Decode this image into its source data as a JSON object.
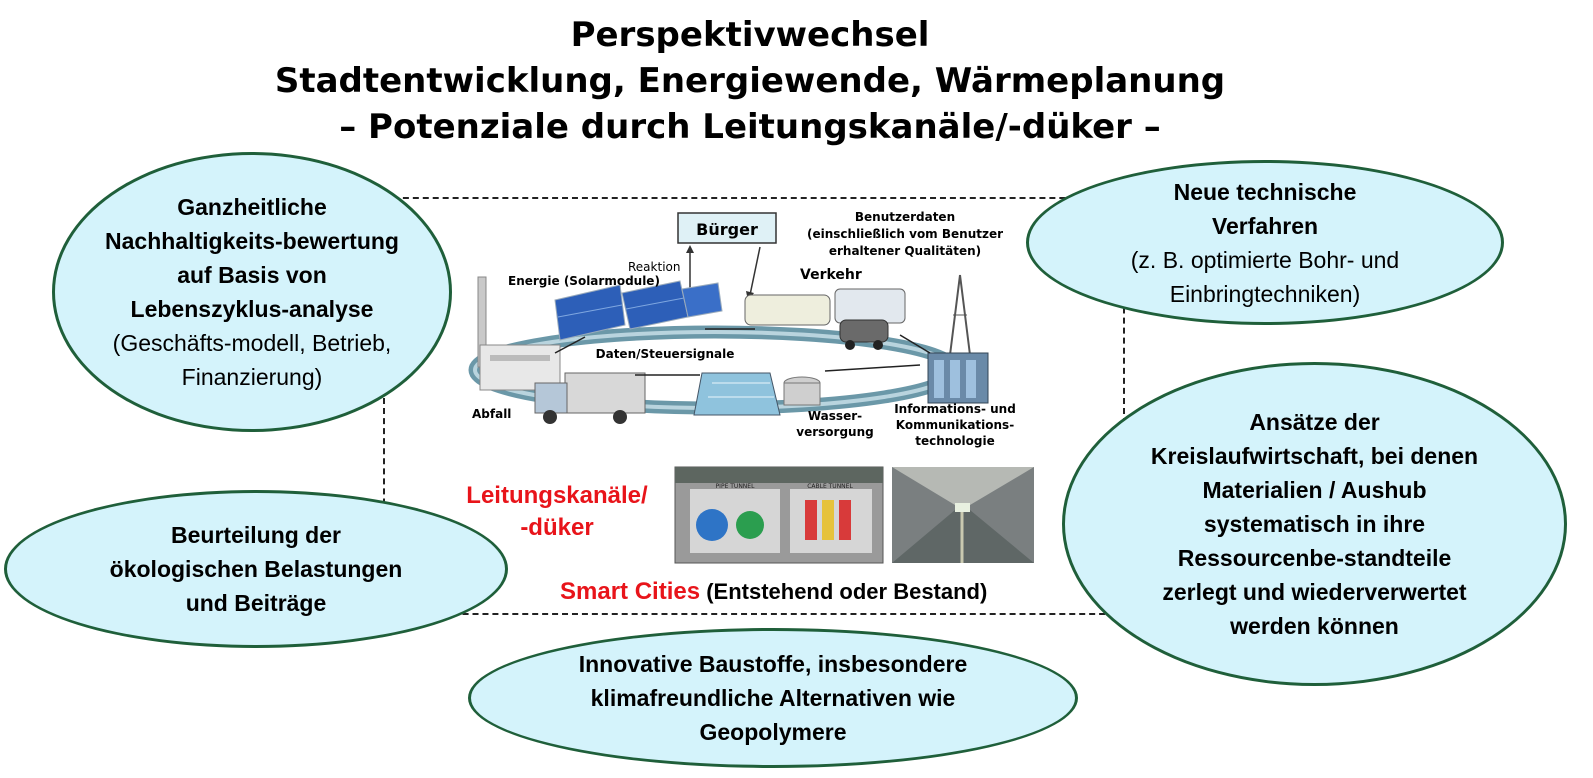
{
  "title": {
    "line1": "Perspektivwechsel",
    "line2": "Stadtentwicklung, Energiewende, Wärmeplanung",
    "line3": "– Potenziale durch Leitungskanäle/-düker –"
  },
  "ovals": {
    "ganzheitlich": {
      "bold": "Ganzheitliche Nachhaltigkeits-bewertung auf Basis von Lebenszyklus-analyse",
      "normal": " (Geschäfts-modell, Betrieb, Finanzierung)"
    },
    "beurteilung": {
      "bold": "Beurteilung der ökologischen Belastungen und Beiträge"
    },
    "innovativ": {
      "bold": "Innovative Baustoffe, insbesondere klimafreundliche Alternativen wie Geopolymere"
    },
    "neue": {
      "bold": "Neue technische Verfahren",
      "normal": "(z. B. optimierte Bohr- und Einbringtechniken)"
    },
    "ansaetze": {
      "bold": "Ansätze der Kreislaufwirtschaft, bei denen Materialien / Aushub systematisch in ihre Ressourcenbe-standteile zerlegt und wiederverwertet werden können"
    }
  },
  "figure": {
    "buerger": "Bürger",
    "reaktion": "Reaktion",
    "benutzer1": "Benutzerdaten",
    "benutzer2": "(einschließlich vom Benutzer",
    "benutzer3": "erhaltener Qualitäten)",
    "energie": "Energie (Solarmodule)",
    "verkehr": "Verkehr",
    "daten": "Daten/Steuersignale",
    "abfall": "Abfall",
    "wasser1": "Wasser-",
    "wasser2": "versorgung",
    "ikt1": "Informations- und",
    "ikt2": "Kommunikations-",
    "ikt3": "technologie",
    "pipe_tunnel": "PIPE TUNNEL",
    "cable_tunnel": "CABLE TUNNEL"
  },
  "leitung": {
    "line1": "Leitungskanäle/",
    "line2": "-düker"
  },
  "smart": {
    "red": "Smart Cities",
    "rest": "(Entstehend oder Bestand)"
  },
  "colors": {
    "oval_fill": "#d4f3fb",
    "oval_border": "#1f5f3a",
    "accent_red": "#e8141a"
  }
}
